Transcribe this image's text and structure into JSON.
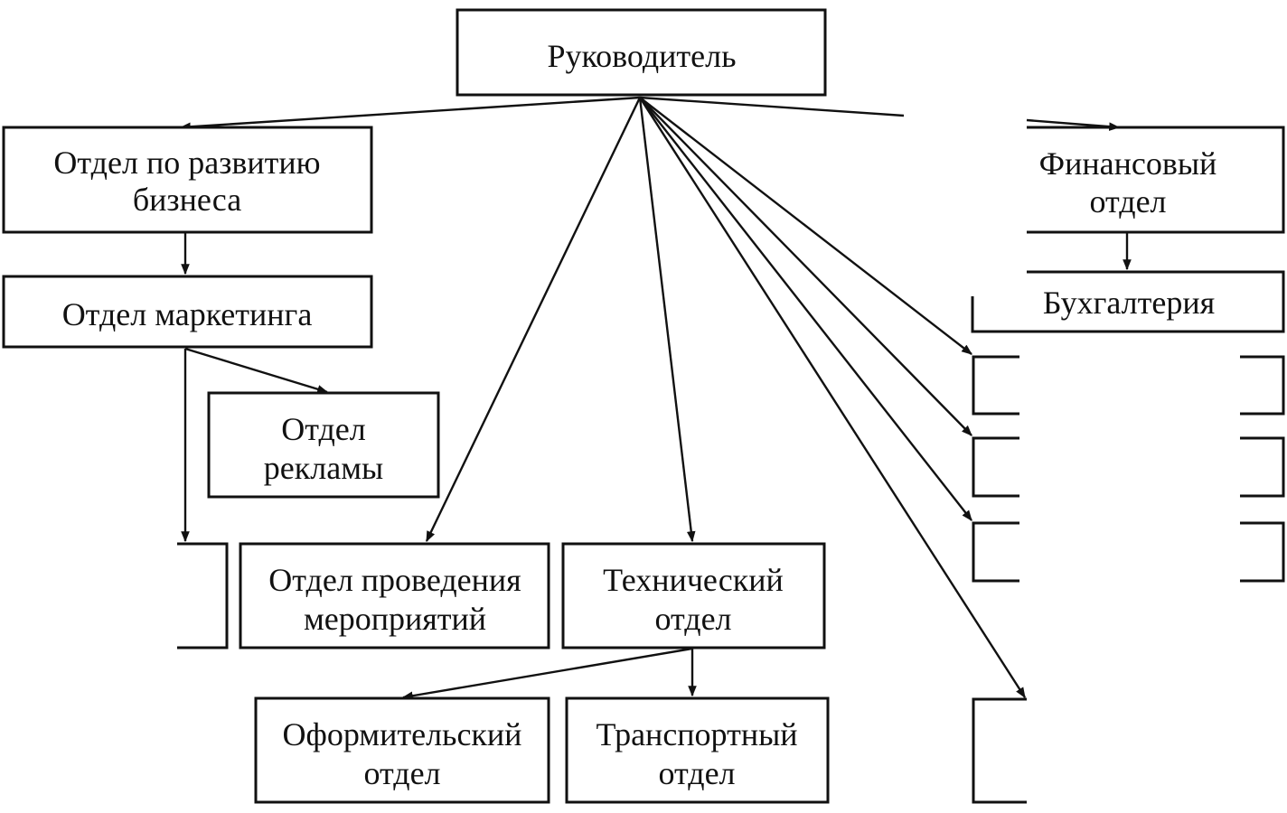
{
  "nodes": {
    "head": "Руководитель",
    "biz_dev": [
      "Отдел по развитию",
      "бизнеса"
    ],
    "marketing": "Отдел маркетинга",
    "advertising": [
      "Отдел",
      "рекламы"
    ],
    "events": [
      "Отдел проведения",
      "мероприятий"
    ],
    "technical": [
      "Технический",
      "отдел"
    ],
    "design": [
      "Оформительский",
      "отдел"
    ],
    "transport": [
      "Транспортный",
      "отдел"
    ],
    "finance": [
      "Финансовый",
      "отдел"
    ],
    "accounting": "Бухгалтерия"
  },
  "colors": {
    "line": "#111111",
    "background": "#ffffff"
  }
}
